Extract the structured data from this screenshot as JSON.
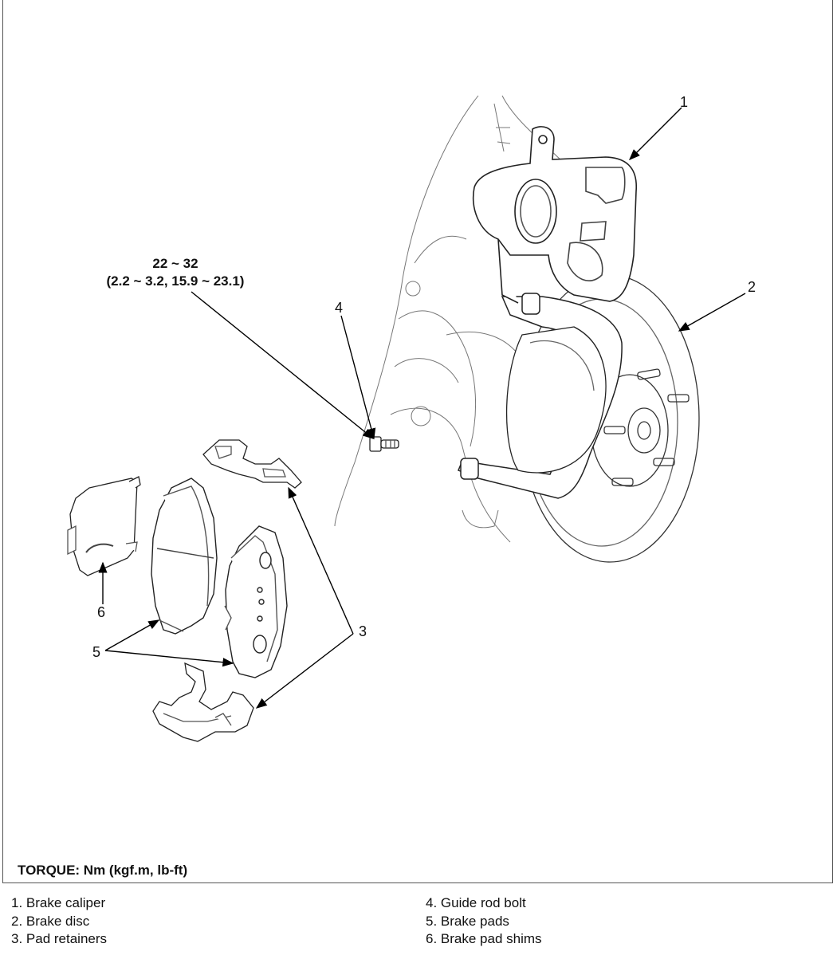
{
  "callouts": {
    "n1": "1",
    "n2": "2",
    "n3": "3",
    "n4": "4",
    "n5": "5",
    "n6": "6"
  },
  "torque_spec": {
    "range": "22 ~ 32",
    "conversions": "(2.2 ~ 3.2, 15.9 ~ 23.1)"
  },
  "torque_unit": "TORQUE: Nm (kgf.m, lb-ft)",
  "legend": {
    "left": [
      "1. Brake caliper",
      "2. Brake disc",
      "3. Pad retainers"
    ],
    "right": [
      "4. Guide rod bolt",
      "5. Brake pads",
      "6. Brake pad shims"
    ]
  }
}
